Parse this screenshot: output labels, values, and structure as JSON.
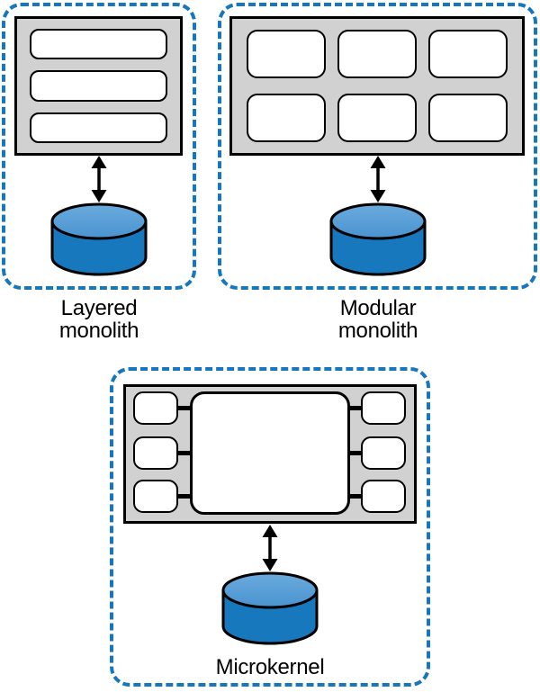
{
  "diagram": {
    "panels": [
      {
        "name": "layered-monolith",
        "label": "Layered\nmonolith",
        "layer_boxes": 3,
        "has_database_cylinder": true
      },
      {
        "name": "modular-monolith",
        "label": "Modular\nmonolith",
        "module_boxes": 6,
        "has_database_cylinder": true
      },
      {
        "name": "microkernel",
        "label": "Microkernel",
        "core_boxes": 1,
        "plugin_boxes": 6,
        "has_database_cylinder": true
      }
    ],
    "colors": {
      "dashed_border_blue": "#1777bd",
      "container_gray": "#d1d1d1",
      "database_body_blue": "#1878be",
      "database_top_blue": "#5ea6db",
      "outline_black": "#000000",
      "background": "#ffffff"
    }
  }
}
